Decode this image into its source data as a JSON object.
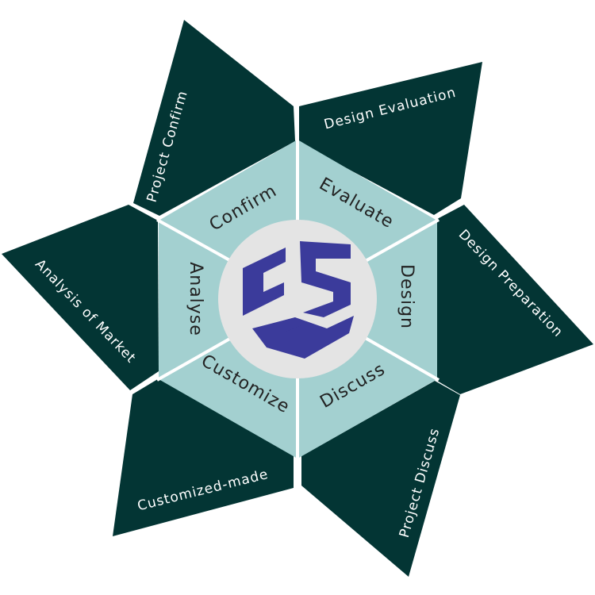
{
  "colors": {
    "petal": "#033534",
    "hexagon": "#a3d0d0",
    "gap": "#ffffff",
    "center_circle": "#e4e4e4",
    "logo": "#3b3b9b",
    "inner_text": "#222222"
  },
  "stages": [
    {
      "id": "confirm",
      "inner": "Confirm",
      "outer": "Project  Confirm",
      "icon": "petal-shape"
    },
    {
      "id": "evaluate",
      "inner": "Evaluate",
      "outer": "Design  Evaluation",
      "icon": "petal-shape"
    },
    {
      "id": "design",
      "inner": "Design",
      "outer": "Design  Preparation",
      "icon": "petal-shape"
    },
    {
      "id": "discuss",
      "inner": "Discuss",
      "outer": "Project  Discuss",
      "icon": "petal-shape"
    },
    {
      "id": "customize",
      "inner": "Customize",
      "outer": "Customized-made",
      "icon": "petal-shape"
    },
    {
      "id": "analyse",
      "inner": "Analyse",
      "outer": "Analysis  of  Market",
      "icon": "petal-shape"
    }
  ],
  "logo": {
    "icon": "company-logo-mark"
  }
}
